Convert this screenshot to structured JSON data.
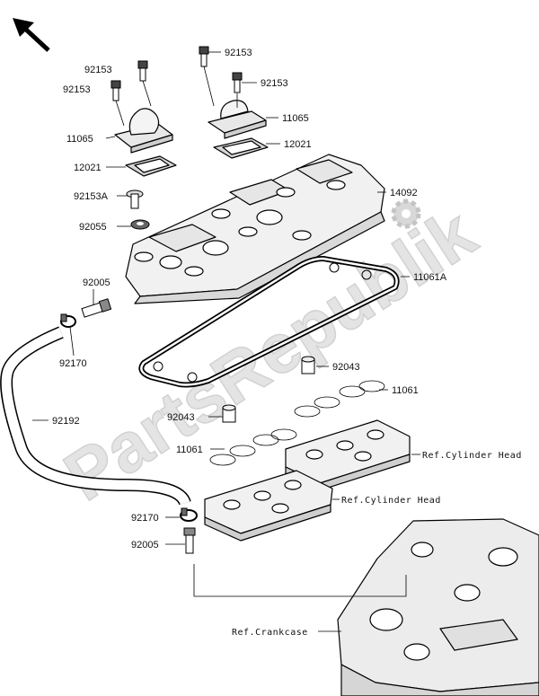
{
  "watermark": {
    "text": "PartsRepublik"
  },
  "labels": {
    "top_bolt_right": "92153",
    "top_bolt_left_upper": "92153",
    "top_bolt_left_lower": "92153",
    "top_bolt_right_lower": "92153",
    "breather_left": "11065",
    "breather_right": "11065",
    "plate_left": "12021",
    "plate_right": "12021",
    "bolt_92153a": "92153A",
    "washer_92055": "92055",
    "head_cover": "14092",
    "gasket_11061a": "11061A",
    "fitting_top": "92005",
    "clamp_top": "92170",
    "hose": "92192",
    "dowel_upper": "92043",
    "gasket_upper": "11061",
    "dowel_lower": "92043",
    "gasket_lower": "11061",
    "clamp_bottom": "92170",
    "fitting_bottom": "92005",
    "ref_head_upper": "Ref.Cylinder Head",
    "ref_head_lower": "Ref.Cylinder Head",
    "ref_crankcase": "Ref.Crankcase"
  },
  "icons": {
    "orientation_arrow": "arrow-up-left-icon",
    "settings_logo": "gear-icon"
  }
}
